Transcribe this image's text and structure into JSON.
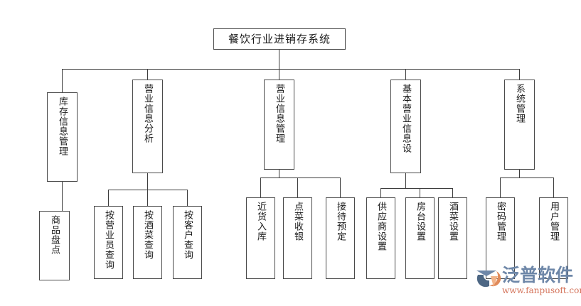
{
  "diagram": {
    "type": "organization-chart",
    "title": "餐饮行业进销存系统",
    "root": {
      "label": "餐饮行业进销存系统"
    },
    "level2": [
      {
        "id": "inventory",
        "label": "库存信息管理"
      },
      {
        "id": "analysis",
        "label": "营业信息分析"
      },
      {
        "id": "biz-manage",
        "label": "营业信息管理"
      },
      {
        "id": "basic-setup",
        "label": "基本营业信息设"
      },
      {
        "id": "system",
        "label": "系统管理"
      }
    ],
    "level3": [
      {
        "id": "stocktake",
        "parent": "inventory",
        "label": "商品盘点"
      },
      {
        "id": "by-clerk",
        "parent": "analysis",
        "label": "按营业员查询"
      },
      {
        "id": "by-dish",
        "parent": "analysis",
        "label": "按酒菜查询"
      },
      {
        "id": "by-customer",
        "parent": "analysis",
        "label": "按客户查询"
      },
      {
        "id": "stock-in",
        "parent": "biz-manage",
        "label": "近货入库"
      },
      {
        "id": "order-cashier",
        "parent": "biz-manage",
        "label": "点菜收银"
      },
      {
        "id": "reservation",
        "parent": "biz-manage",
        "label": "接待预定"
      },
      {
        "id": "supplier",
        "parent": "basic-setup",
        "label": "供应商设置"
      },
      {
        "id": "room-table",
        "parent": "basic-setup",
        "label": "房台设置"
      },
      {
        "id": "dish-setup",
        "parent": "basic-setup",
        "label": "酒菜设置"
      },
      {
        "id": "password",
        "parent": "system",
        "label": "密码管理"
      },
      {
        "id": "user",
        "parent": "system",
        "label": "用户管理"
      }
    ]
  },
  "watermark": {
    "brand": "泛普软件",
    "url": "www.fanpusoft.com",
    "brand_color": "#6e87a8",
    "url_color": "#d4735a",
    "logo_icon": "arrow-swoosh-logo-icon"
  },
  "colors": {
    "background": "#ffffff",
    "box_border": "#4a4a4a",
    "connector": "#3d3d3d",
    "text": "#1a1a1a"
  }
}
